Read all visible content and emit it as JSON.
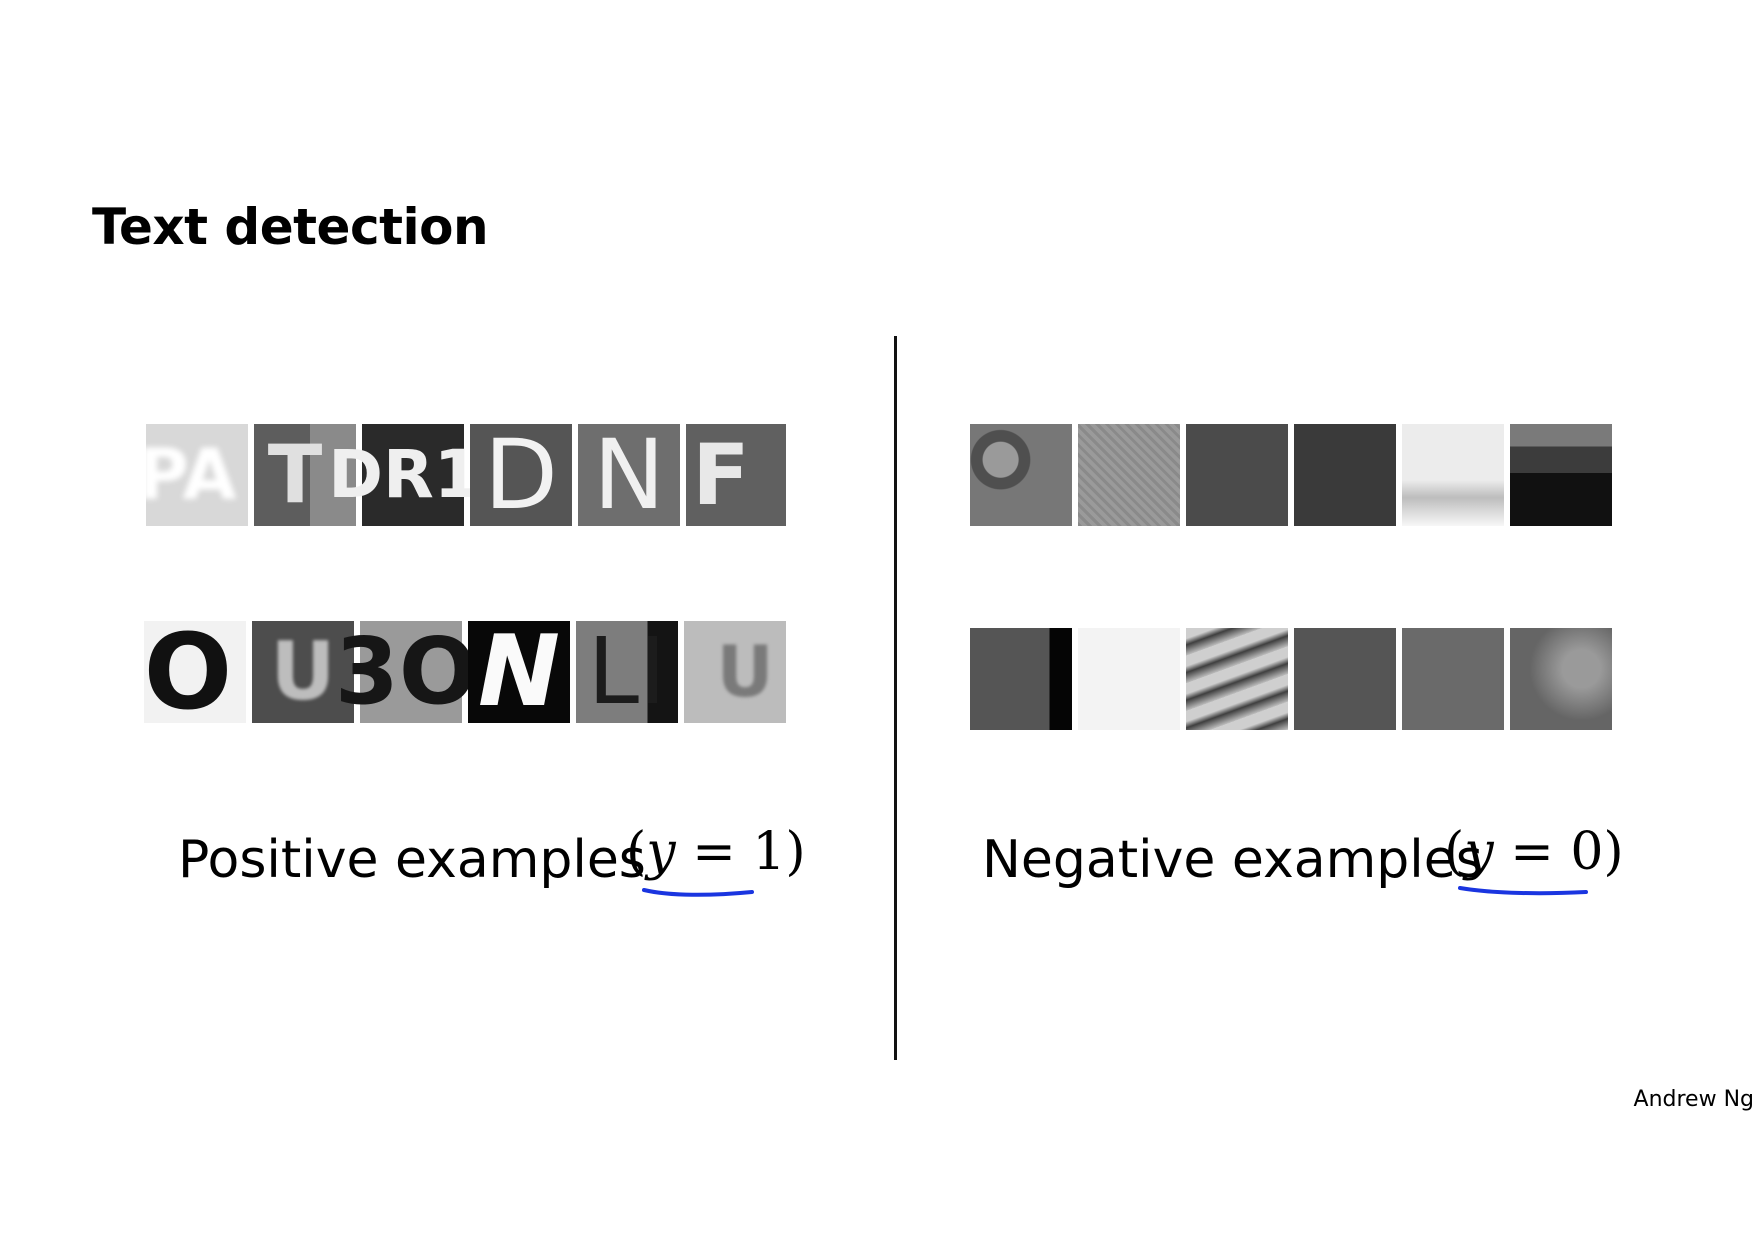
{
  "slide": {
    "title": "Text detection",
    "author": "Andrew Ng"
  },
  "positive": {
    "caption": "Positive examples",
    "label": {
      "open": "(",
      "var": "y",
      "eq": " = ",
      "val": "1",
      "close": ")"
    },
    "row1_glyphs": [
      "PA",
      "T",
      "DR1",
      "D",
      "N",
      "F"
    ],
    "row2_glyphs": [
      "O",
      "U",
      "3O",
      "N",
      "LI",
      "U"
    ]
  },
  "negative": {
    "caption": "Negative examples",
    "label": {
      "open": "(",
      "var": "y",
      "eq": " = ",
      "val": "0",
      "close": ")"
    }
  },
  "colors": {
    "annotation_underline": "#1a35e0"
  }
}
